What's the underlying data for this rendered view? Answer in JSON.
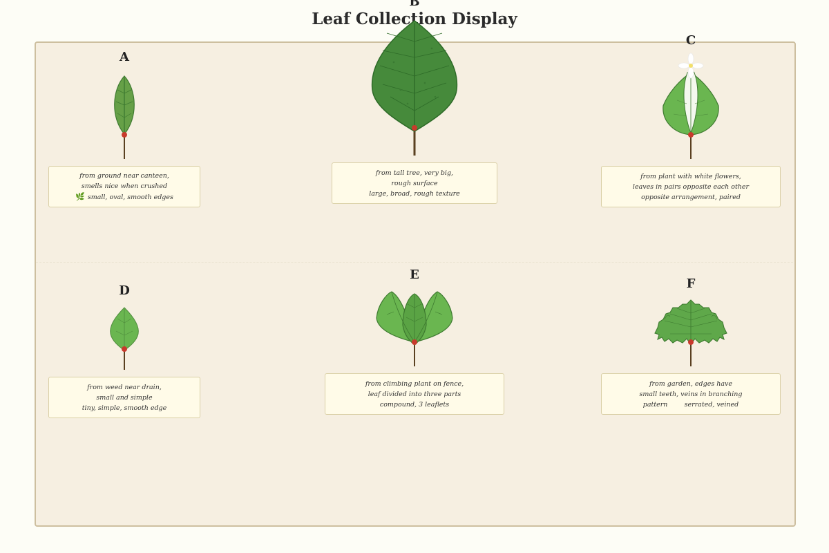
{
  "title": "Leaf Collection Display",
  "colors": {
    "background": "#fdfdf6",
    "board": "#f6efe1",
    "board_border": "#cdbf9f",
    "card": "#fffbe8",
    "card_border": "#d9cfa5",
    "leaf_dark": "#468a3b",
    "leaf_mid": "#66a047",
    "leaf_light": "#6ab650",
    "vein": "#2e6b28",
    "stem": "#5a4020",
    "node": "#c83a2c",
    "flower": "#ffffff"
  },
  "specimens": [
    {
      "letter": "A",
      "icon": "narrow-oval-leaf",
      "lines": [
        "from ground near canteen,",
        "smells nice when crushed",
        "small, oval, smooth edges"
      ],
      "glyph": "🌿"
    },
    {
      "letter": "B",
      "icon": "large-broad-leaf",
      "lines": [
        "from tall tree, very big,",
        "rough surface",
        "large, broad, rough texture"
      ]
    },
    {
      "letter": "C",
      "icon": "paired-leaves-with-flower",
      "lines": [
        "from plant with white flowers,",
        "leaves in pairs opposite each other",
        "opposite arrangement, paired"
      ]
    },
    {
      "letter": "D",
      "icon": "small-simple-leaf",
      "lines": [
        "from weed near drain,",
        "small and simple",
        "tiny, simple, smooth edge"
      ]
    },
    {
      "letter": "E",
      "icon": "compound-three-leaflets",
      "lines": [
        "from climbing plant on fence,",
        "leaf divided into three parts",
        "compound, 3 leaflets"
      ]
    },
    {
      "letter": "F",
      "icon": "serrated-leaf",
      "lines": [
        "from garden, edges have",
        "small teeth, veins in branching",
        "pattern        serrated, veined"
      ]
    }
  ]
}
